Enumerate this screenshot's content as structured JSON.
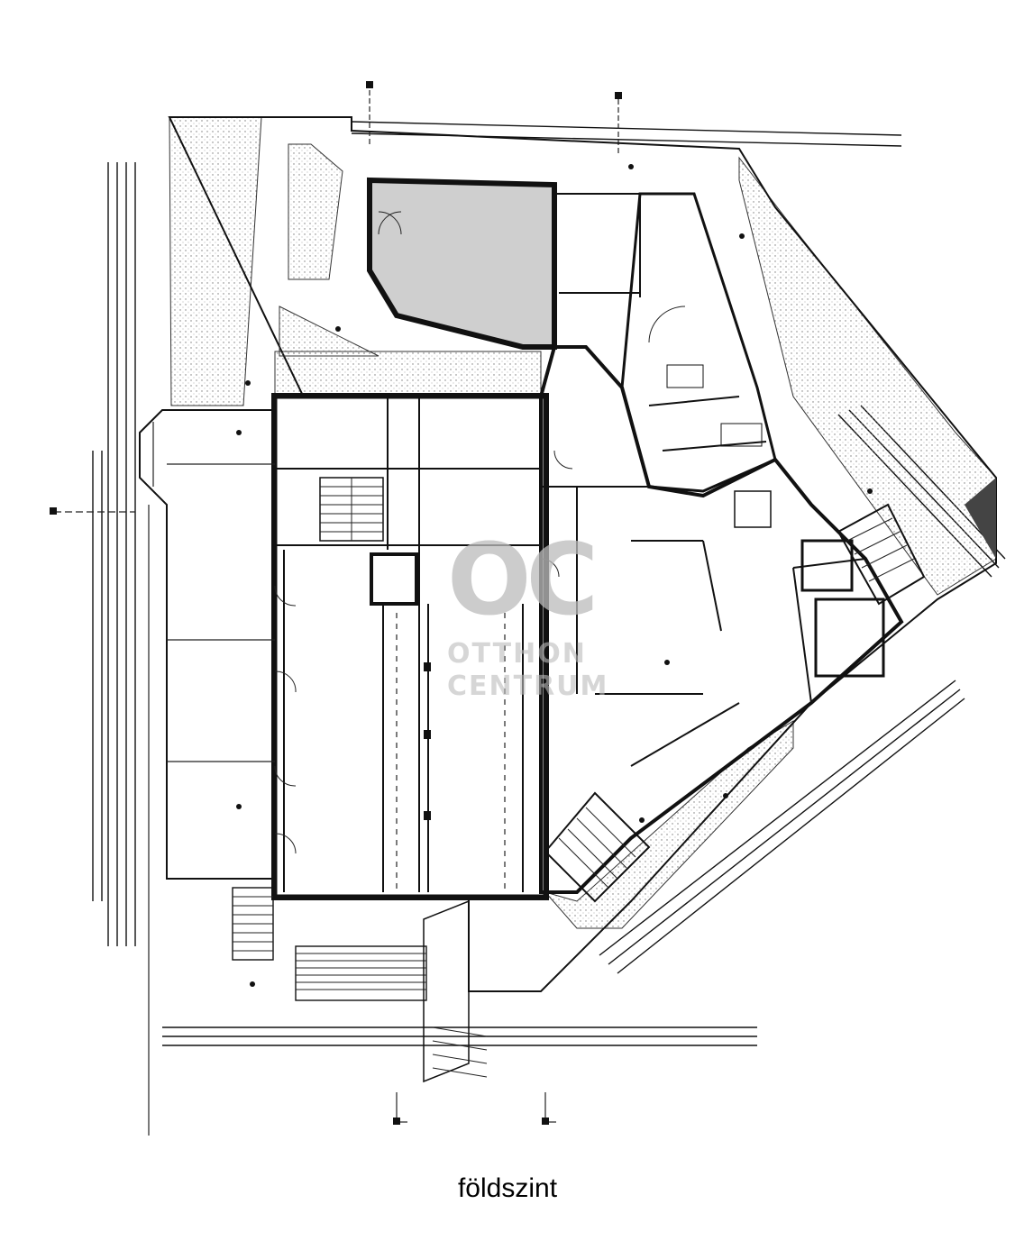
{
  "caption": "földszint",
  "watermark": {
    "logo": "OC",
    "line1": "OTTHON",
    "line2": "CENTRUM"
  },
  "colors": {
    "line": "#111111",
    "wall_fill": "#cfcfcf",
    "watermark": "#bcbcbc",
    "background": "#ffffff"
  }
}
